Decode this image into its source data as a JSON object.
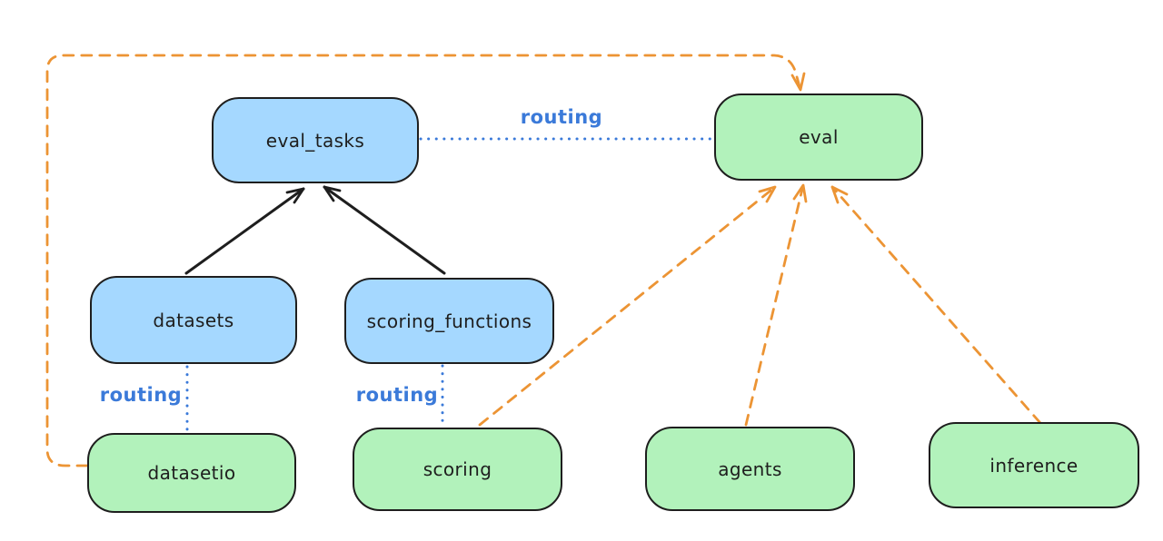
{
  "diagram": {
    "colors": {
      "stroke": "#1e1e1e",
      "blue_fill": "#a5d8ff",
      "green_fill": "#b2f2bb",
      "routing_blue": "#3b7ad9",
      "orange": "#ec9434",
      "background": "#ffffff"
    },
    "nodes": {
      "eval_tasks": {
        "label": "eval_tasks",
        "color": "blue"
      },
      "eval": {
        "label": "eval",
        "color": "green"
      },
      "datasets": {
        "label": "datasets",
        "color": "blue"
      },
      "scoring_functions": {
        "label": "scoring_functions",
        "color": "blue"
      },
      "datasetio": {
        "label": "datasetio",
        "color": "green"
      },
      "scoring": {
        "label": "scoring",
        "color": "green"
      },
      "agents": {
        "label": "agents",
        "color": "green"
      },
      "inference": {
        "label": "inference",
        "color": "green"
      }
    },
    "edge_labels": {
      "routing_top": "routing",
      "routing_left": "routing",
      "routing_mid": "routing"
    },
    "edges": [
      {
        "from": "datasets",
        "to": "eval_tasks",
        "style": "solid-arrow",
        "color": "black"
      },
      {
        "from": "scoring_functions",
        "to": "eval_tasks",
        "style": "solid-arrow",
        "color": "black"
      },
      {
        "from": "eval_tasks",
        "to": "eval",
        "style": "dotted",
        "color": "blue",
        "label": "routing"
      },
      {
        "from": "datasets",
        "to": "datasetio",
        "style": "dotted",
        "color": "blue",
        "label": "routing"
      },
      {
        "from": "scoring_functions",
        "to": "scoring",
        "style": "dotted",
        "color": "blue",
        "label": "routing"
      },
      {
        "from": "datasetio",
        "to": "eval",
        "style": "dashed-arrow",
        "color": "orange"
      },
      {
        "from": "scoring",
        "to": "eval",
        "style": "dashed-arrow",
        "color": "orange"
      },
      {
        "from": "agents",
        "to": "eval",
        "style": "dashed-arrow",
        "color": "orange"
      },
      {
        "from": "inference",
        "to": "eval",
        "style": "dashed-arrow",
        "color": "orange"
      }
    ]
  }
}
